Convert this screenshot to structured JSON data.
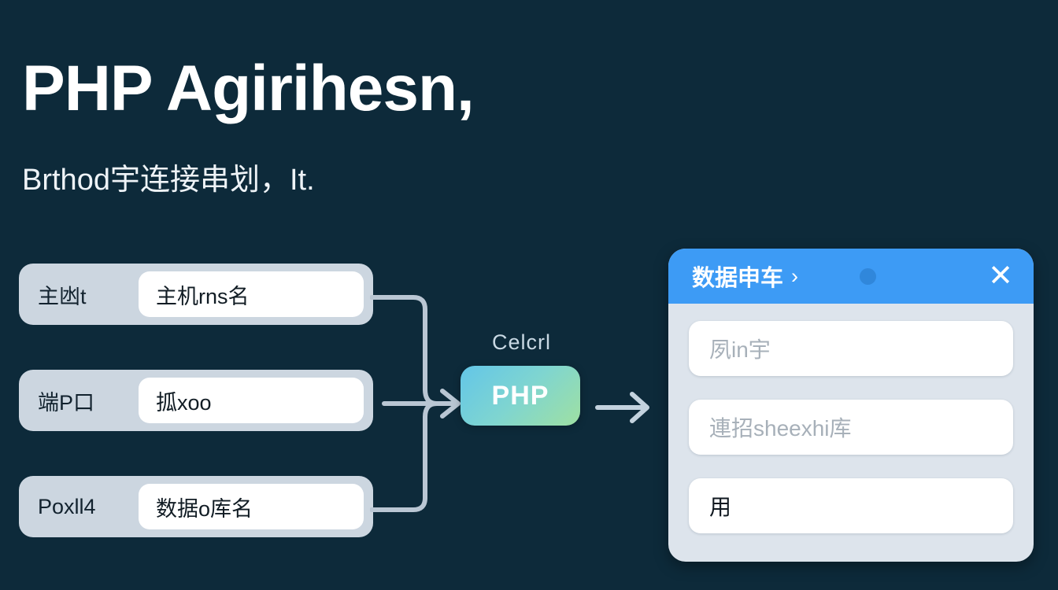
{
  "heading": {
    "title": "PHP Agirihesn,",
    "subtitle": "Brthod宇连接串划，It."
  },
  "left_form": {
    "rows": [
      {
        "label": "主凼t",
        "value": "主机rns名"
      },
      {
        "label": "端P口",
        "value": "㧓xoo"
      },
      {
        "label": "Poxll4",
        "value": "数据o库名"
      }
    ]
  },
  "center": {
    "caption": "Celcrl",
    "badge_label": "PHP",
    "badge_gradient_from": "#63c6e8",
    "badge_gradient_to": "#9fe0a2",
    "in_arrow_icon": "arrow-right-icon",
    "out_arrow_icon": "arrow-right-icon"
  },
  "panel": {
    "title": "数据申车",
    "chevron": "›",
    "close_icon": "✕",
    "header_color": "#3d9bf5",
    "fields": [
      {
        "text": "夙in宇",
        "state": "placeholder"
      },
      {
        "text": "連招sheexhi库",
        "state": "placeholder"
      },
      {
        "text": "用",
        "state": "filled"
      }
    ]
  },
  "theme": {
    "background": "#0d2a3a",
    "pill_background": "#ccd6e0",
    "panel_background": "#dde4ec"
  }
}
